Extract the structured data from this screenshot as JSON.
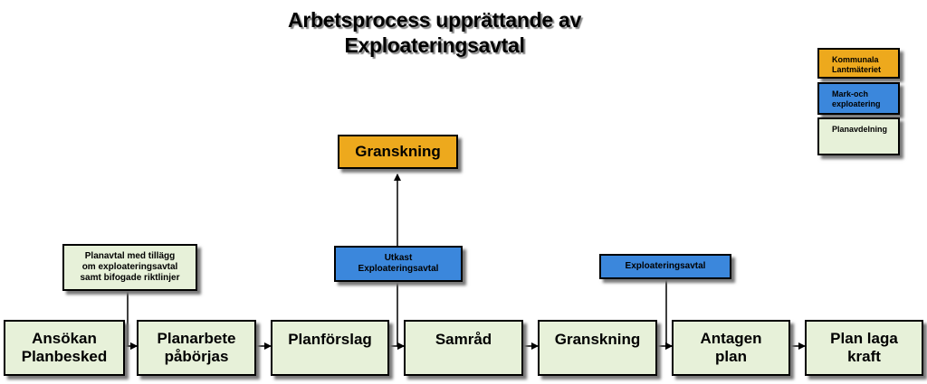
{
  "title": {
    "line1": "Arbetsprocess upprättande av",
    "line2": "Exploateringsavtal"
  },
  "legend": {
    "items": [
      {
        "label": "Kommunala\nLantmäteriet",
        "color": "#eda91d"
      },
      {
        "label": "Mark-och\nexploatering",
        "color": "#3b87dc"
      },
      {
        "label": "Planavdelning",
        "color": "#e7f1d9"
      }
    ]
  },
  "steps": [
    {
      "label": "Ansökan\nPlanbesked"
    },
    {
      "label": "Planarbete\npåbörjas"
    },
    {
      "label": "Planförslag"
    },
    {
      "label": "Samråd"
    },
    {
      "label": "Granskning"
    },
    {
      "label": "Antagen\nplan"
    },
    {
      "label": "Plan laga\nkraft"
    }
  ],
  "notes": {
    "planavtal": "Planavtal med tillägg\nom exploateringsavtal\nsamt bifogade riktlinjer",
    "utkast": "Utkast\nExploateringsavtal",
    "exploateringsavtal": "Exploateringsavtal",
    "granskning_top": "Granskning"
  }
}
